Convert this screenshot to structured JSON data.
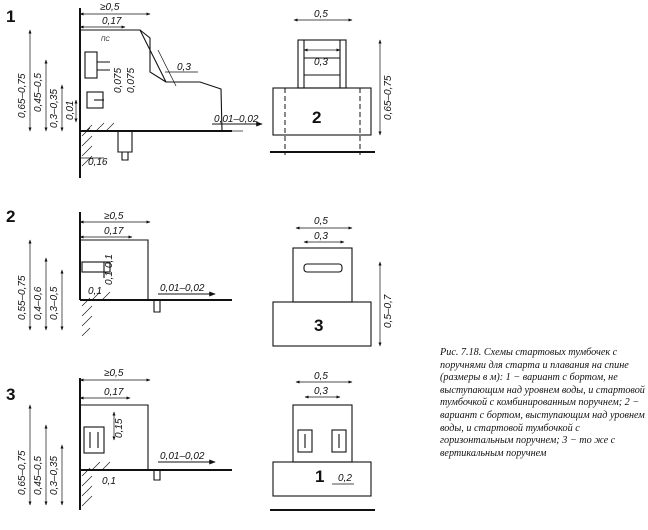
{
  "variants": {
    "v1": {
      "number": "1",
      "dims": {
        "top_width": "≥0,5",
        "top_inner": "0,17",
        "rail": "0,3",
        "height_total": "0,65–0,75",
        "height_2": "0,45–0,5",
        "height_3": "0,3–0,35",
        "height_4": "0,01",
        "h_small_1": "0,075",
        "h_small_2": "0,075",
        "base": "0,16",
        "water": "0,01–0,02",
        "tiny_mark": "ПС"
      },
      "front": {
        "width": "0,5",
        "inner": "0,3",
        "height": "0,65–0,75",
        "block_number": "2"
      }
    },
    "v2": {
      "number": "2",
      "dims": {
        "top_width": "≥0,5",
        "top_inner": "0,17",
        "height_total": "0,55–0,75",
        "height_2": "0,4–0,6",
        "height_3": "0,3–0,5",
        "small_1": "0,1",
        "small_2": "0,1",
        "small_3": "0,1",
        "water": "0,01–0,02"
      },
      "front": {
        "width": "0,5",
        "inner": "0,3",
        "height": "0,5–0,7",
        "block_number": "3"
      }
    },
    "v3": {
      "number": "3",
      "dims": {
        "top_width": "≥0,5",
        "top_inner": "0,17",
        "height_total": "0,65–0,75",
        "height_2": "0,45–0,5",
        "height_3": "0,3–0,35",
        "small_1": "0,15",
        "small_2": "0,1",
        "water": "0,01–0,02"
      },
      "front": {
        "width": "0,5",
        "inner": "0,3",
        "bottom": "0,2",
        "block_number": "1"
      }
    }
  },
  "caption": "Рис. 7.18. Схемы стартовых тумбочек с поручнями для старта и плавания на спине (размеры в м): 1 − вариант с бортом, не выступающим над уровнем воды, и стартовой тумбочкой с комбинированным поручнем; 2 − вариант с бортом, выступающим над уровнем воды, и стартовой тумбочкой с горизонтальным поручнем; 3 − то же с вертикальным поручнем"
}
